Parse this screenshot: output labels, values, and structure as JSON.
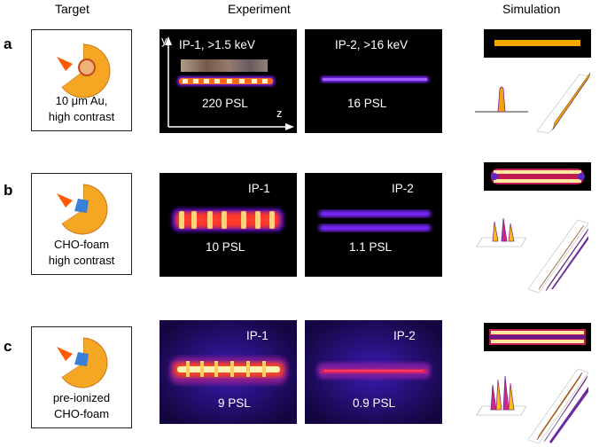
{
  "headers": {
    "target": "Target",
    "experiment": "Experiment",
    "simulation": "Simulation"
  },
  "rows": [
    {
      "letter": "a",
      "target_lines": [
        "10 μm Au,",
        "high contrast"
      ],
      "ip1_label": "IP-1, >1.5 keV",
      "ip1_value": "220 PSL",
      "ip2_label": "IP-2, >16 keV",
      "ip2_value": "16 PSL",
      "axis_y": "y",
      "axis_z": "z"
    },
    {
      "letter": "b",
      "target_lines": [
        "CHO-foam",
        "high contrast"
      ],
      "ip1_label": "IP-1",
      "ip1_value": "10 PSL",
      "ip2_label": "IP-2",
      "ip2_value": "1.1 PSL"
    },
    {
      "letter": "c",
      "target_lines": [
        "pre-ionized",
        "CHO-foam"
      ],
      "ip1_label": "IP-1",
      "ip1_value": "9 PSL",
      "ip2_label": "IP-2",
      "ip2_value": "0.9 PSL"
    }
  ],
  "colors": {
    "target_disk": "#f5a623",
    "target_disk_edge": "#c8741a",
    "target_arrow": "#ff5a00",
    "foam_core": "#3a7fd8",
    "panel_bg": "#000000",
    "glow_hot": "#fff6c8",
    "glow_mid": "#ff7a1a",
    "glow_purple": "#6a1cff"
  }
}
